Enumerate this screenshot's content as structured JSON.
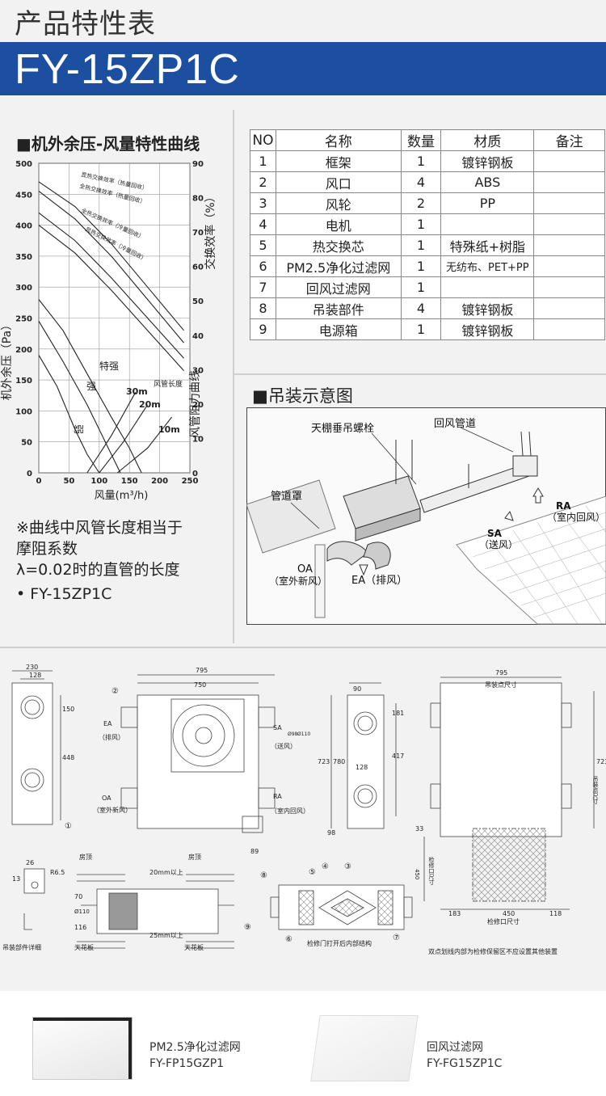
{
  "page_title": "产品特性表",
  "model": "FY-15ZP1C",
  "chart_section_title": "■机外余压-风量特性曲线",
  "chart_data": {
    "type": "line",
    "xlabel": "风量(m³/h)",
    "ylabel": "机外余压（Pa）",
    "y2label": "交换效率（%）",
    "xlim": [
      0,
      250
    ],
    "ylim": [
      0,
      500
    ],
    "y2lim": [
      0,
      90
    ],
    "x_ticks": [
      "0",
      "50",
      "100",
      "150",
      "200",
      "250"
    ],
    "y_ticks": [
      "0",
      "50",
      "100",
      "150",
      "200",
      "250",
      "300",
      "350",
      "400",
      "450",
      "500"
    ],
    "y2_ticks": [
      "90",
      "80",
      "70",
      "60",
      "50",
      "40",
      "30",
      "20",
      "10",
      "0"
    ],
    "grid": true,
    "series": [
      {
        "name": "特强",
        "x": [
          0,
          40,
          80,
          120,
          150,
          170
        ],
        "y": [
          280,
          230,
          160,
          90,
          40,
          0
        ]
      },
      {
        "name": "强",
        "x": [
          0,
          40,
          80,
          110,
          135
        ],
        "y": [
          245,
          180,
          110,
          50,
          0
        ]
      },
      {
        "name": "弱",
        "x": [
          0,
          30,
          60,
          80,
          100
        ],
        "y": [
          190,
          140,
          70,
          30,
          0
        ]
      },
      {
        "x": [
          0,
          60,
          120,
          180,
          240
        ],
        "y": [
          470,
          430,
          370,
          300,
          230
        ]
      },
      {
        "x": [
          0,
          60,
          120,
          180,
          240
        ],
        "y": [
          455,
          410,
          350,
          280,
          210
        ]
      },
      {
        "x": [
          0,
          60,
          120,
          180,
          240
        ],
        "y": [
          420,
          375,
          315,
          250,
          185
        ]
      },
      {
        "x": [
          0,
          60,
          120,
          180,
          240
        ],
        "y": [
          400,
          355,
          295,
          230,
          165
        ]
      },
      {
        "name": "30m",
        "x": [
          80,
          120,
          160
        ],
        "y": [
          0,
          60,
          130
        ]
      },
      {
        "name": "20m",
        "x": [
          100,
          140,
          180
        ],
        "y": [
          0,
          50,
          110
        ]
      },
      {
        "name": "10m",
        "x": [
          130,
          180,
          220
        ],
        "y": [
          0,
          40,
          90
        ]
      }
    ],
    "annotations": {
      "eff1": "显热交换效率（热量回收）",
      "eff2": "全热交换效率（热量回收）",
      "eff3": "全热交换效率（冷量回收）",
      "eff4": "显热交换效率（冷量回收）",
      "duct_length": "风管长度",
      "duct_curve": "风管阻力曲线",
      "strong_max": "特强",
      "strong": "强",
      "weak": "弱",
      "d30": "30m",
      "d20": "20m",
      "d10": "10m"
    }
  },
  "notes": {
    "line1": "※曲线中风管长度相当于",
    "line2": "摩阻系数",
    "line3": "λ=0.02时的直管的长度",
    "line4": "• FY-15ZP1C"
  },
  "parts_table": {
    "headers": [
      "NO",
      "名称",
      "数量",
      "材质",
      "备注"
    ],
    "rows": [
      [
        "1",
        "框架",
        "1",
        "镀锌钢板",
        ""
      ],
      [
        "2",
        "风口",
        "4",
        "ABS",
        ""
      ],
      [
        "3",
        "风轮",
        "2",
        "PP",
        ""
      ],
      [
        "4",
        "电机",
        "1",
        "",
        ""
      ],
      [
        "5",
        "热交换芯",
        "1",
        "特殊纸+树脂",
        ""
      ],
      [
        "6",
        "PM2.5净化过滤网",
        "1",
        "无纺布、PET+PP",
        ""
      ],
      [
        "7",
        "回风过滤网",
        "1",
        "",
        ""
      ],
      [
        "8",
        "吊装部件",
        "4",
        "镀锌钢板",
        ""
      ],
      [
        "9",
        "电源箱",
        "1",
        "镀锌钢板",
        ""
      ]
    ]
  },
  "install_section_title": "■吊装示意图",
  "install_labels": {
    "bolt": "天棚垂吊螺栓",
    "return_duct": "回风管道",
    "duct_cover": "管道罩",
    "ra": "RA",
    "ra_cn": "（室内回风）",
    "sa": "SA",
    "sa_cn": "（送风）",
    "oa": "OA",
    "oa_cn": "（室外新风）",
    "ea": "EA（排风）"
  },
  "dimensions": {
    "d230": "230",
    "d128": "128",
    "d150": "150",
    "d448": "448",
    "d795": "795",
    "d750": "750",
    "d723": "723",
    "d780": "780",
    "d98": "98",
    "d89": "89",
    "d90": "90",
    "d181": "181",
    "d417": "417",
    "d128b": "128",
    "d795b": "795",
    "hang_size": "吊装点尺寸",
    "hang_size_v": "吊装点尺寸",
    "d723b": "723",
    "d33": "33",
    "d450": "450",
    "d183": "183",
    "d450b": "450",
    "d118": "118",
    "maint_size": "检修口尺寸",
    "maint_size_v": "检修口尺寸",
    "ea_label": "EA",
    "ea_cn": "（排风）",
    "oa_label": "OA",
    "oa_cn": "（室外新风）",
    "sa_label": "SA",
    "sa_cn": "（送风）",
    "ra_label": "RA",
    "ra_cn": "（室内回风）",
    "phi98": "Ø98",
    "phi110": "Ø110",
    "roof": "房顶",
    "roof2": "房顶",
    "ceiling": "天花板",
    "ceiling2": "天花板",
    "d20": "20mm以上",
    "d25": "25mm以上",
    "d70": "70",
    "d110": "Ø110",
    "d116": "116",
    "d26": "26",
    "d13": "13",
    "r65": "R6.5",
    "hang_detail": "吊装部件详细",
    "maint_open": "检修门打开后内部结构",
    "maint_note": "双点划线内部为检修保留区不应设置其他装置",
    "n1": "①",
    "n2": "②",
    "n3": "③",
    "n4": "④",
    "n5": "⑤",
    "n6": "⑥",
    "n7": "⑦",
    "n8": "⑧",
    "n9": "⑨"
  },
  "filters": [
    {
      "name": "PM2.5净化过滤网",
      "model": "FY-FP15GZP1"
    },
    {
      "name": "回风过滤网",
      "model": "FY-FG15ZP1C"
    }
  ],
  "colors": {
    "banner": "#1d4fa1",
    "background": "#f2f2f2"
  }
}
